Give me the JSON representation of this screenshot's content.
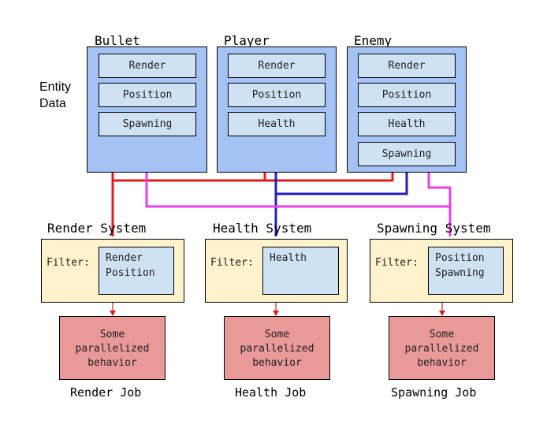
{
  "side_label": {
    "line1": "Entity",
    "line2": "Data"
  },
  "entities": {
    "bullet": {
      "title": "Bullet",
      "components": [
        "Render",
        "Position",
        "Spawning"
      ]
    },
    "player": {
      "title": "Player",
      "components": [
        "Render",
        "Position",
        "Health"
      ]
    },
    "enemy": {
      "title": "Enemy",
      "components": [
        "Render",
        "Position",
        "Health",
        "Spawning"
      ]
    }
  },
  "systems": {
    "render": {
      "title": "Render System",
      "filter_label": "Filter:",
      "filters": [
        "Render",
        "Position"
      ],
      "job_text": [
        "Some",
        "parallelized",
        "behavior"
      ],
      "job_title": "Render Job"
    },
    "health": {
      "title": "Health System",
      "filter_label": "Filter:",
      "filters": [
        "Health"
      ],
      "job_text": [
        "Some",
        "parallelized",
        "behavior"
      ],
      "job_title": "Health Job"
    },
    "spawning": {
      "title": "Spawning System",
      "filter_label": "Filter:",
      "filters": [
        "Position",
        "Spawning"
      ],
      "job_text": [
        "Some",
        "parallelized",
        "behavior"
      ],
      "job_title": "Spawning Job"
    }
  },
  "colors": {
    "render_wire": "#e31b1b",
    "health_wire": "#1f1fbf",
    "spawning_wire": "#e83fe8",
    "arrow": "#cc2222"
  }
}
